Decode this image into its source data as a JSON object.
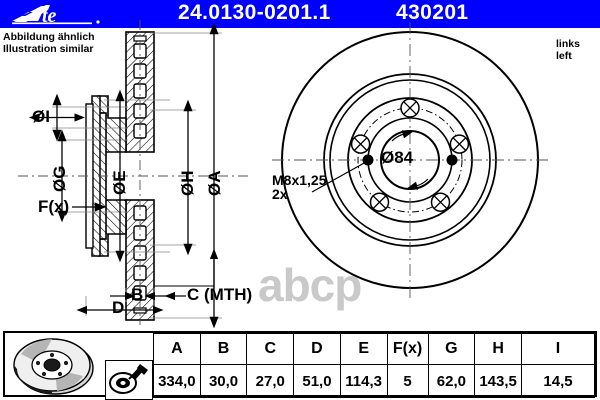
{
  "header": {
    "logo_text": "Ate",
    "part_number": "24.0130-0201.1",
    "article_number": "430201"
  },
  "notes": {
    "illustration_de": "Abbildung ähnlich",
    "illustration_en": "Illustration similar",
    "side_de": "links",
    "side_en": "left"
  },
  "watermark": "abcp",
  "drawing": {
    "section_labels": {
      "i": "ØI",
      "g": "ØG",
      "e": "ØE",
      "h": "ØH",
      "a": "ØA",
      "fx": "F(x)",
      "b": "B",
      "c": "C (MTH)",
      "d": "D"
    },
    "front_view_labels": {
      "center_bore": "Ø84",
      "thread": "M8x1,25",
      "thread_count": "2x"
    },
    "bolt_holes": 5,
    "thread_holes": 2
  },
  "table": {
    "headers": [
      "A",
      "B",
      "C",
      "D",
      "E",
      "F(x)",
      "G",
      "H",
      "I"
    ],
    "values": [
      "334,0",
      "30,0",
      "27,0",
      "51,0",
      "114,3",
      "5",
      "62,0",
      "143,5",
      "14,5"
    ]
  },
  "colors": {
    "header_bg": "#0000ff",
    "header_text": "#ffffff",
    "line": "#000000",
    "watermark": "#c9c9c9"
  }
}
